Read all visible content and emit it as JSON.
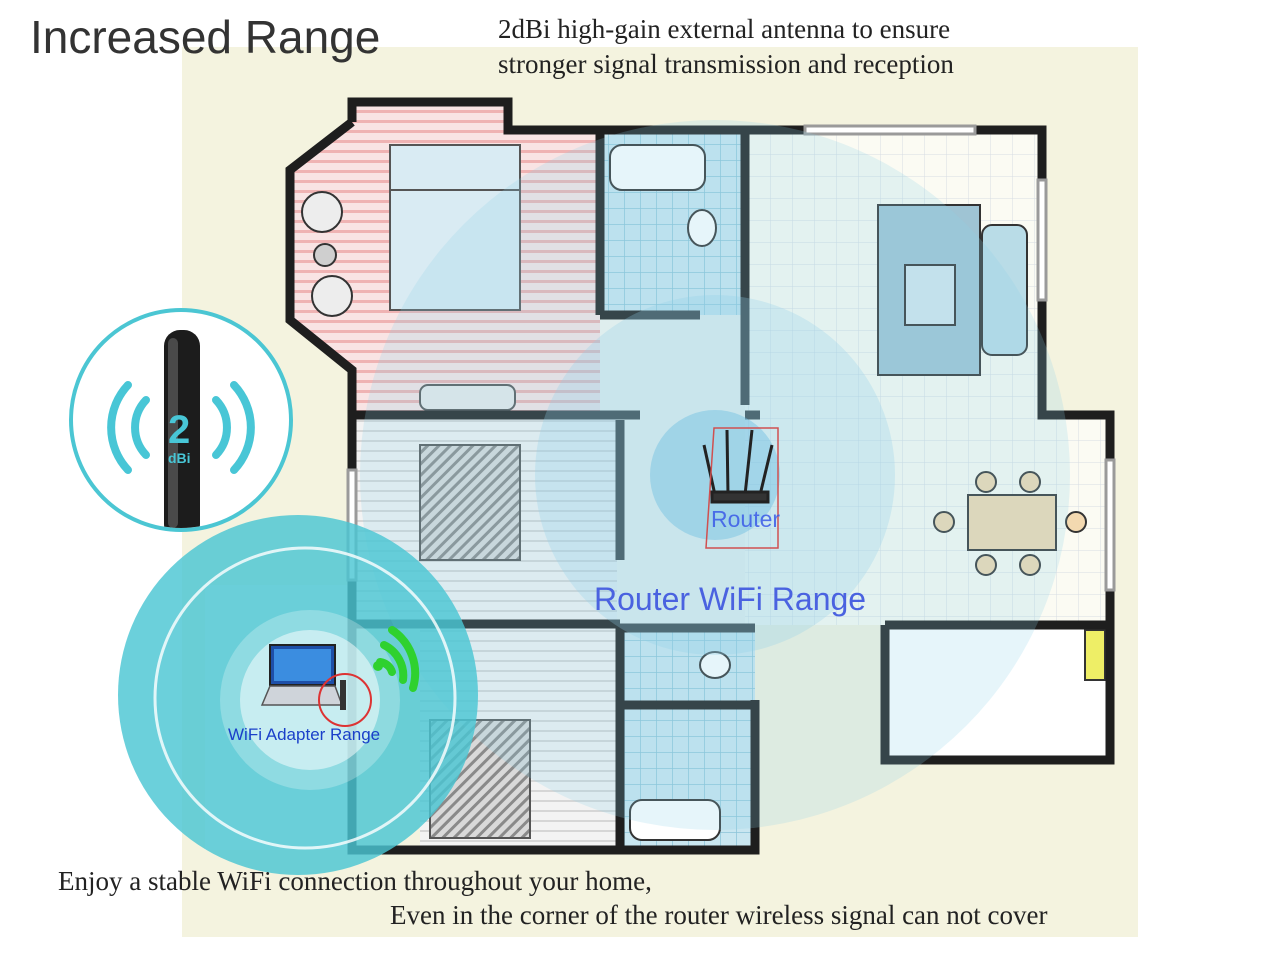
{
  "title": "Increased Range",
  "subtitle": {
    "line1": "2dBi high-gain external antenna to ensure",
    "line2": "stronger signal transmission and reception"
  },
  "labels": {
    "router": "Router",
    "router_range": "Router WiFi Range",
    "adapter_range": "WiFi Adapter Range"
  },
  "antenna": {
    "gain_number": "2",
    "gain_unit": "dBi"
  },
  "footer": {
    "line1": "Enjoy a stable WiFi connection throughout your home,",
    "line2": "Even in the corner of the router wireless signal can not cover"
  },
  "colors": {
    "floor_bg": "#f4f3df",
    "wall": "#1e1e1e",
    "router_signal": "#8fd0ea",
    "adapter_signal": "#4bc6d3",
    "bedroom_stripe": "#f2b8b8",
    "tile_blue": "#bfe0ee",
    "wifi_green": "#2fd12f",
    "label_blue": "#4a62e0"
  }
}
